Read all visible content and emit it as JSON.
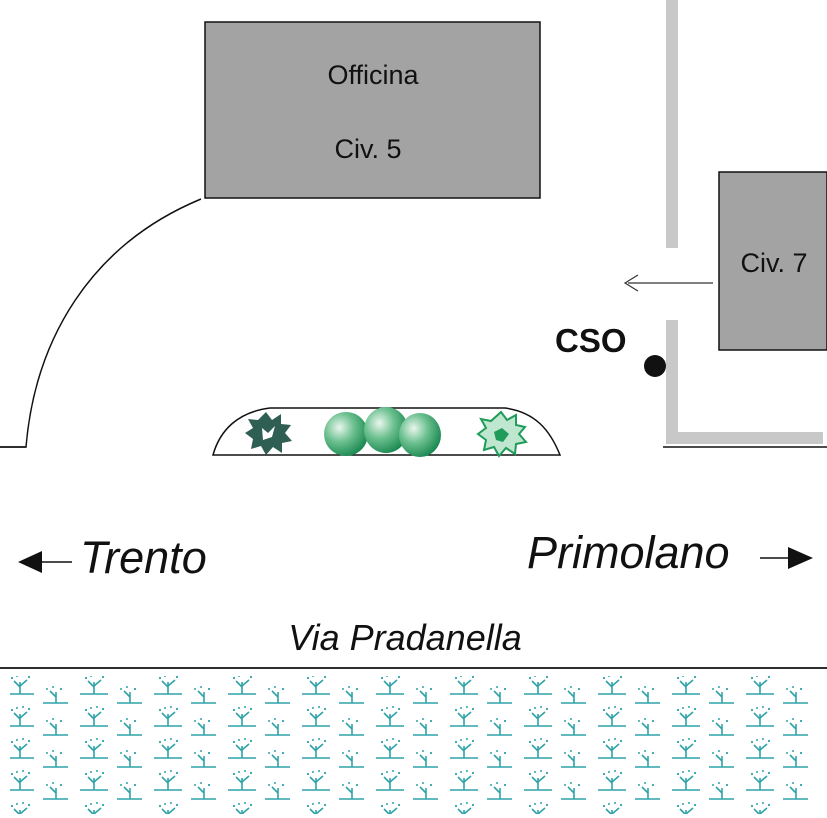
{
  "buildings": {
    "officina": {
      "name": "Officina",
      "number": "Civ. 5"
    },
    "civ7": {
      "number": "Civ. 7"
    }
  },
  "marker": {
    "label": "CSO"
  },
  "directions": {
    "west": "Trento",
    "east": "Primolano"
  },
  "street": {
    "name": "Via Pradanella"
  },
  "colors": {
    "building_fill": "#a3a3a3",
    "wall": "#c8c8c8",
    "tree_dark": "#2f5f52",
    "tree_green": "#1f9c5a",
    "meadow": "#2fa3a8",
    "ink": "#111111"
  },
  "icons": {
    "bush_left": "dark-bush-icon",
    "trees_middle": "round-tree-icon",
    "bush_right": "outline-bush-icon",
    "marker": "filled-circle-icon"
  }
}
